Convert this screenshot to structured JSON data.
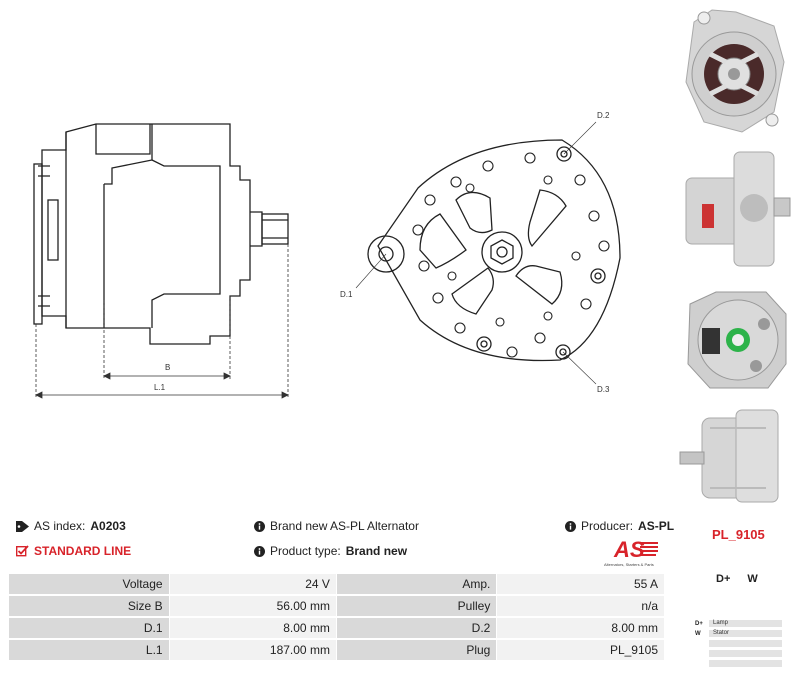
{
  "drawing": {
    "labels": {
      "d2": "D.2",
      "d1": "D.1",
      "d3": "D.3",
      "b": "B",
      "l1": "L.1"
    }
  },
  "info": {
    "as_index_label": "AS index:",
    "as_index_value": "A0203",
    "standard_line": "STANDARD LINE",
    "brand_text": "Brand new AS-PL Alternator",
    "product_type_label": "Product type:",
    "product_type_value": "Brand new",
    "producer_label": "Producer:",
    "producer_value": "AS-PL",
    "code": "PL_9105",
    "logo_text": "AS",
    "logo_sub": "Alternators, Starters & Parts"
  },
  "specs": [
    {
      "l1": "Voltage",
      "v1": "24 V",
      "l2": "Amp.",
      "v2": "55 A"
    },
    {
      "l1": "Size B",
      "v1": "56.00 mm",
      "l2": "Pulley",
      "v2": "n/a"
    },
    {
      "l1": "D.1",
      "v1": "8.00 mm",
      "l2": "D.2",
      "v2": "8.00 mm"
    },
    {
      "l1": "L.1",
      "v1": "187.00 mm",
      "l2": "Plug",
      "v2": "PL_9105"
    }
  ],
  "terminals": {
    "t1": "D+",
    "t2": "W"
  },
  "legend": [
    {
      "k": "D+",
      "v": "Lamp"
    },
    {
      "k": "W",
      "v": "Stator"
    },
    {
      "k": "",
      "v": ""
    },
    {
      "k": "",
      "v": ""
    },
    {
      "k": "",
      "v": ""
    }
  ],
  "colors": {
    "accent": "#d8232a",
    "label_bg": "#d9d9d9",
    "value_bg": "#f2f2f2"
  }
}
